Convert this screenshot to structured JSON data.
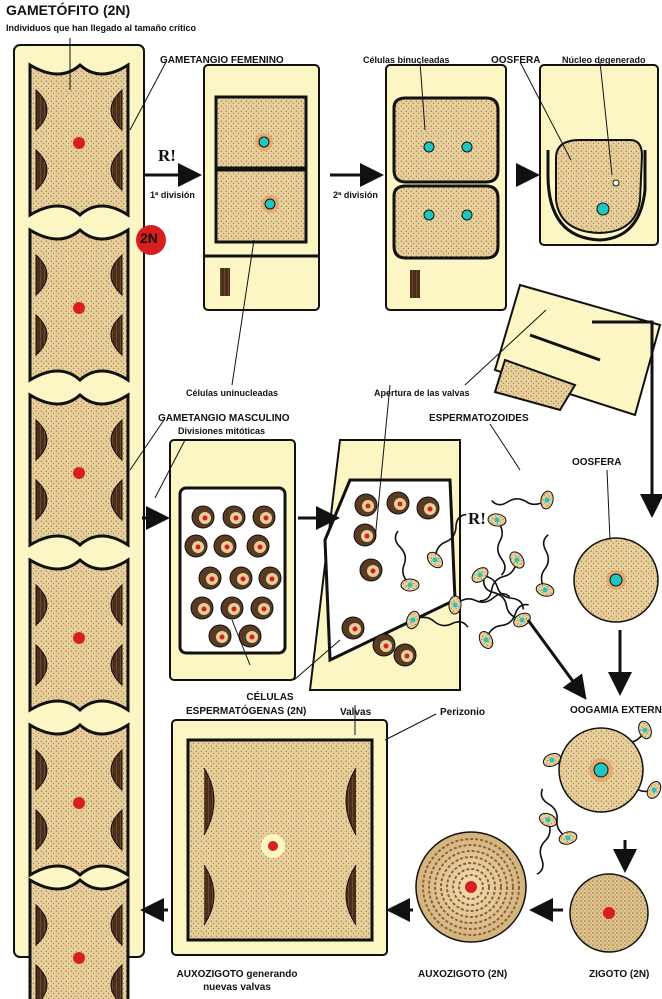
{
  "title": "GAMETÓFITO (2N)",
  "subtitle": "Individuos que han llegado al tamaño crítico",
  "badge": "2N",
  "reduction_mark": "R!",
  "division_1": "1ª división",
  "division_2": "2ª división",
  "labels": {
    "gametangio_femenino": "GAMETANGIO FEMENINO",
    "celulas_binucleadas": "Células binucleadas",
    "oosfera_top": "OOSFERA",
    "nucleo_degenerado": "Núcleo degenerado",
    "celulas_uninucleadas": "Células uninucleadas",
    "apertura_valvas": "Apertura de las valvas",
    "gametangio_masculino": "GAMETANGIO MASCULINO",
    "divisiones_mitoticas": "Divisiones mitóticas",
    "espermatozoides": "ESPERMATOZOIDES",
    "oosfera_right": "OOSFERA",
    "celulas_espermatogenas_1": "CÉLULAS",
    "celulas_espermatogenas_2": "ESPERMATÓGENAS (2N)",
    "valvas": "Valvas",
    "perizonio": "Perizonio",
    "oogamia_externa": "OOGAMIA EXTERNA",
    "auxozigoto_generando_1": "AUXOZIGOTO generando",
    "auxozigoto_generando_2": "nuevas valvas",
    "auxozigoto": "AUXOZIGOTO (2N)",
    "zigoto": "ZIGOTO (2N)"
  },
  "colors": {
    "cell_fill": "#e8cf9a",
    "chloroplast": "#4a2e1a",
    "nucleus_red": "#d81e1e",
    "nucleus_cyan": "#22c6c0",
    "halo": "#fbf6c4",
    "outline": "#111111"
  }
}
